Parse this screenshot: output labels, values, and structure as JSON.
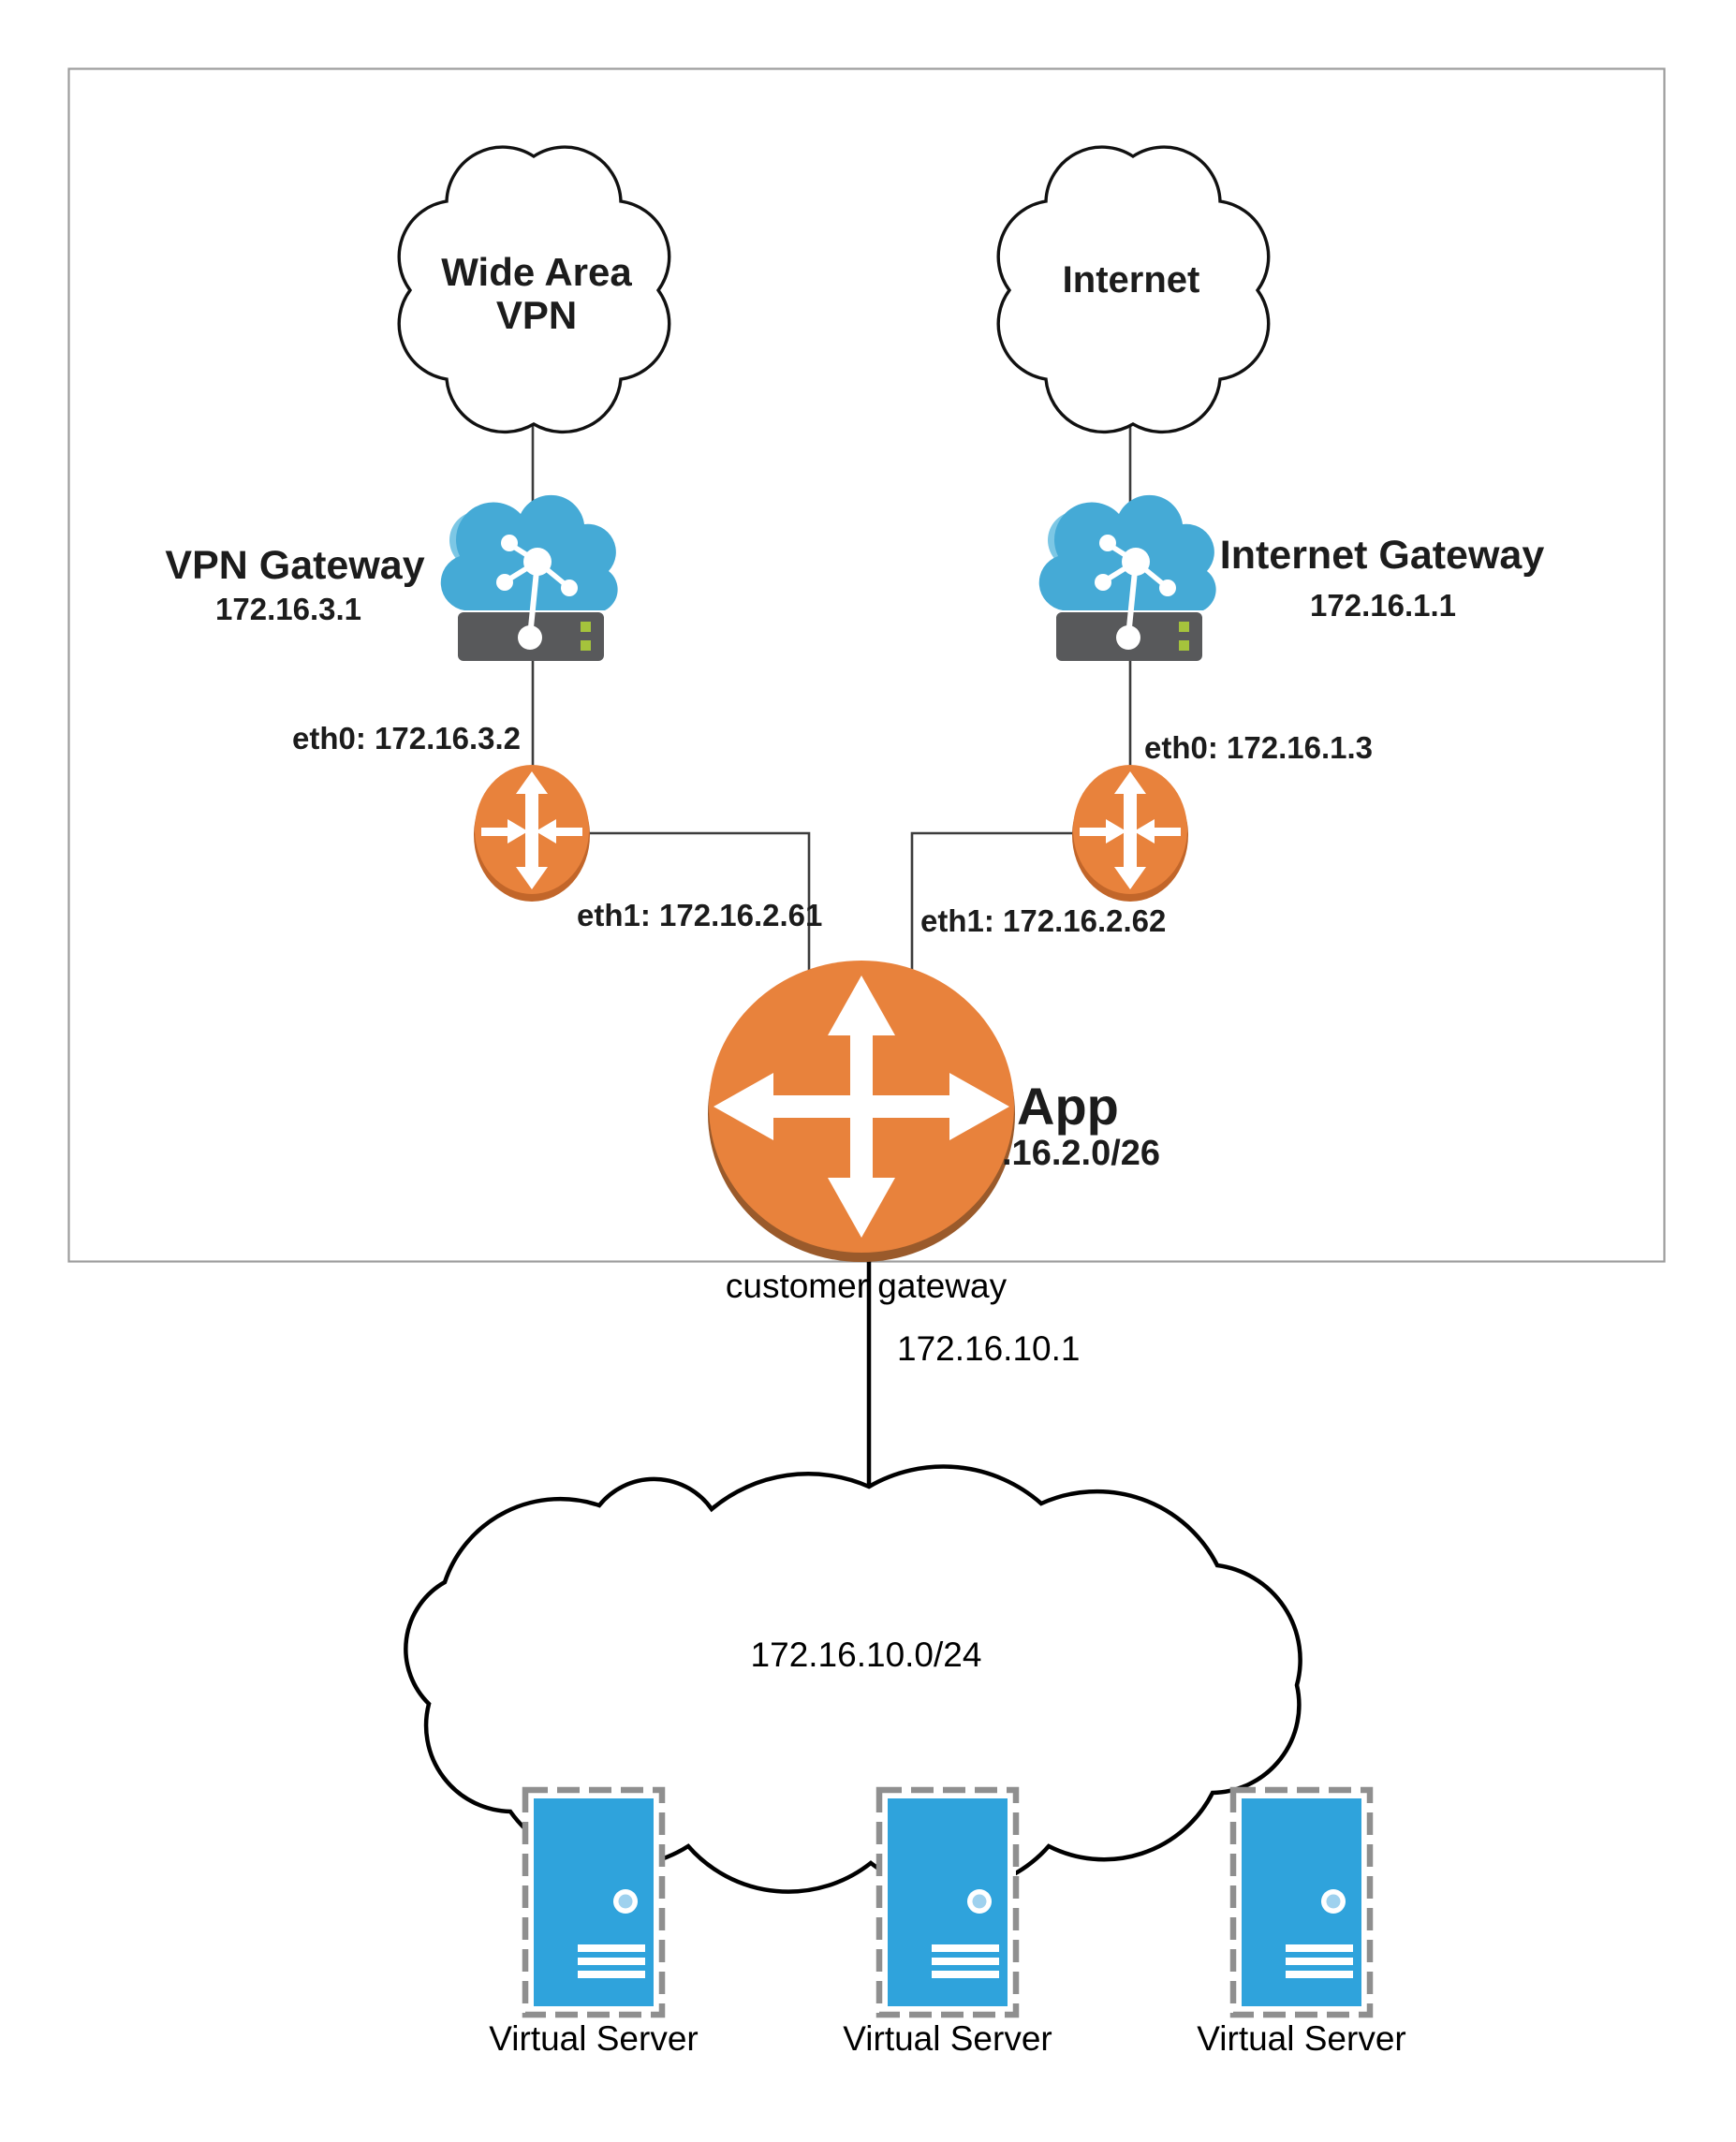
{
  "clouds": {
    "wide_area_vpn_line1": "Wide Area",
    "wide_area_vpn_line2": "VPN",
    "internet": "Internet"
  },
  "vpn_gateway": {
    "title": "VPN Gateway",
    "ip": "172.16.3.1",
    "eth0": "eth0: 172.16.3.2",
    "eth1": "eth1: 172.16.2.61"
  },
  "internet_gateway": {
    "title": "Internet Gateway",
    "ip": "172.16.1.1",
    "eth0": "eth0: 172.16.1.3",
    "eth1": "eth1: 172.16.2.62"
  },
  "customer_gateway": {
    "app_label": "App",
    "subnet_fragment": ".16.2.0/26",
    "name": "customer gateway",
    "downlink_ip": "172.16.10.1"
  },
  "lan": {
    "subnet": "172.16.10.0/24"
  },
  "virtual_servers": {
    "labels": [
      "Virtual Server",
      "Virtual Server",
      "Virtual Server"
    ]
  },
  "colors": {
    "router_orange": "#e8823c",
    "router_shadow": "#c2662a",
    "customer_gateway_shadow": "#9a5a2b",
    "gateway_cloud_blue": "#45aad6",
    "gateway_cloud_light_blue": "#7cc7e5",
    "server_bar_gray": "#58595b",
    "led_green": "#a5c33c",
    "virtual_server_blue": "#2fa3dc",
    "virtual_server_dot_blue": "#9ed1ee",
    "dashed_border_gray": "#8f8f8f",
    "cloud_outline_black": "#111111",
    "connector_gray": "#3c3c3c",
    "frame_gray": "#9c9c9c",
    "text_dark": "#1c1c1c"
  }
}
